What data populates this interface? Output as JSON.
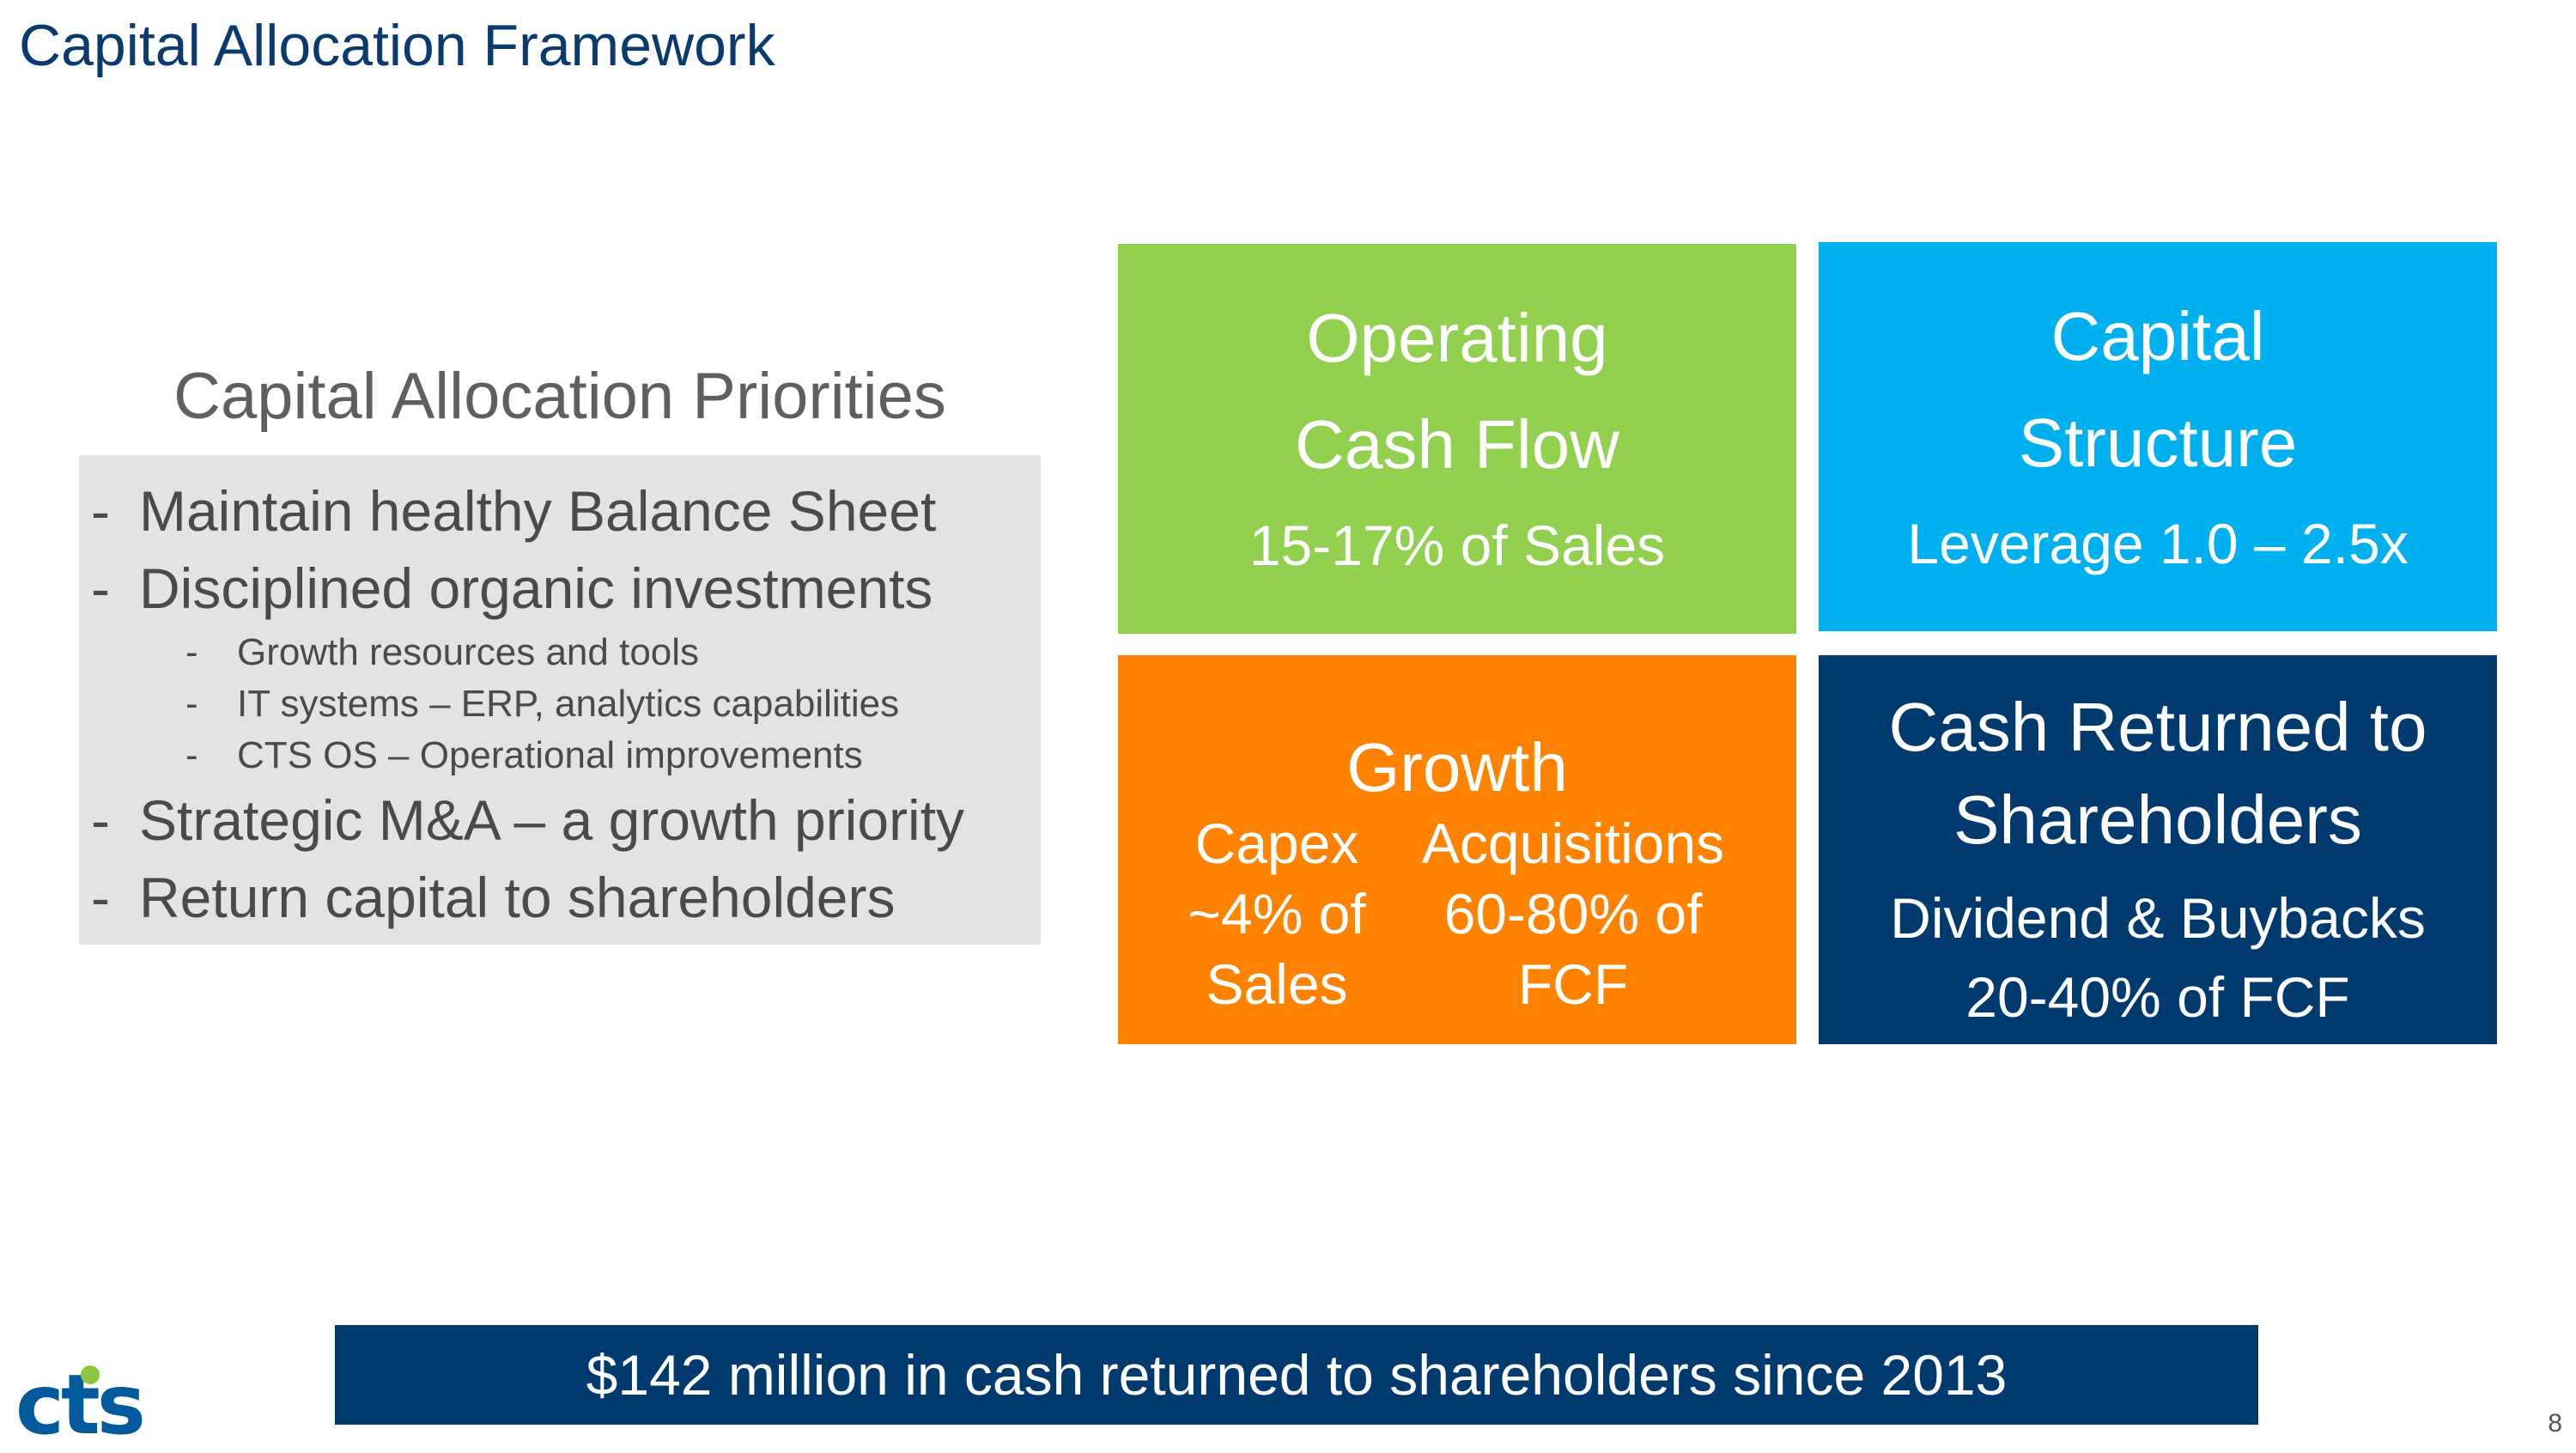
{
  "slide": {
    "title": "Capital Allocation Framework",
    "page_number": "8"
  },
  "priorities": {
    "heading": "Capital Allocation Priorities",
    "items": [
      {
        "text": "Maintain healthy Balance Sheet"
      },
      {
        "text": "Disciplined organic investments",
        "subitems": [
          "Growth resources and tools",
          "IT systems – ERP, analytics capabilities",
          "CTS OS – Operational improvements"
        ]
      },
      {
        "text": "Strategic M&A – a growth priority"
      },
      {
        "text": "Return capital to shareholders"
      }
    ],
    "bullet": "-"
  },
  "tiles": {
    "operating_cash_flow": {
      "title_line1": "Operating",
      "title_line2": "Cash Flow",
      "detail": "15-17% of Sales",
      "color": "#92d050"
    },
    "capital_structure": {
      "title_line1": "Capital",
      "title_line2": "Structure",
      "detail": "Leverage 1.0 – 2.5x",
      "color": "#00b0ef"
    },
    "growth": {
      "title": "Growth",
      "capex": {
        "line1": "Capex",
        "line2": "~4% of",
        "line3": "Sales"
      },
      "acquisitions": {
        "line1": "Acquisitions",
        "line2": "60-80% of",
        "line3": "FCF"
      },
      "color": "#ff8200"
    },
    "cash_returned": {
      "title_line1": "Cash Returned to",
      "title_line2": "Shareholders",
      "detail_line1": "Dividend & Buybacks",
      "detail_line2": "20-40% of FCF",
      "color": "#003a6f"
    }
  },
  "banner": {
    "text": "$142 million in cash returned to shareholders since 2013"
  },
  "logo": {
    "text": "cts",
    "icon": "cts-logo"
  }
}
